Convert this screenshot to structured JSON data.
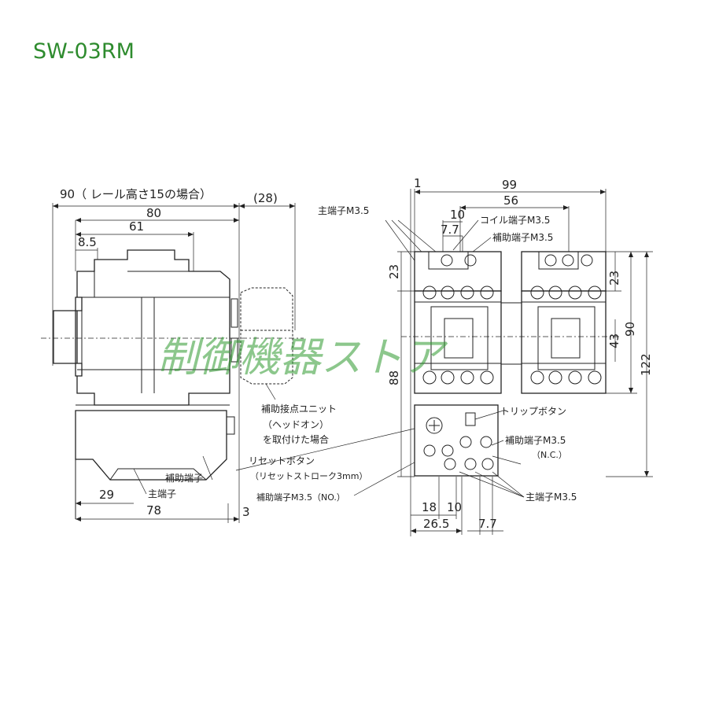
{
  "title": "SW-03RM",
  "watermark": "制御機器ストア",
  "left_view": {
    "dim_top": "90（ レール高さ15の場合）",
    "dim_28": "(28)",
    "dim_80": "80",
    "dim_61": "61",
    "dim_85": "8.5",
    "dim_29": "29",
    "dim_78": "78",
    "dim_3": "3",
    "label_aux_terminal": "補助端子",
    "label_main_terminal": "主端子"
  },
  "notes": {
    "aux_unit_1": "補助接点ユニット",
    "aux_unit_2": "（ヘッドオン）",
    "aux_unit_3": "を取付けた場合",
    "reset_1": "リセットボタン",
    "reset_2": "（リセットストローク3mm）",
    "aux_no": "補助端子M3.5（NO.）"
  },
  "right_view": {
    "dim_1": "1",
    "dim_99": "99",
    "dim_56": "56",
    "dim_10_top": "10",
    "dim_77_top": "7.7",
    "dim_23_left": "23",
    "dim_88": "88",
    "dim_23_right": "23",
    "dim_43": "43",
    "dim_90": "90",
    "dim_122": "122",
    "dim_18": "18",
    "dim_10_bot": "10",
    "dim_265": "26.5",
    "dim_77_bot": "7.7",
    "label_main_m35_top": "主端子M3.5",
    "label_coil_m35": "コイル端子M3.5",
    "label_aux_m35_top": "補助端子M3.5",
    "label_trip": "トリップボタン",
    "label_aux_m35_nc": "補助端子M3.5",
    "label_nc": "（N.C.）",
    "label_main_m35_bot": "主端子M3.5"
  }
}
